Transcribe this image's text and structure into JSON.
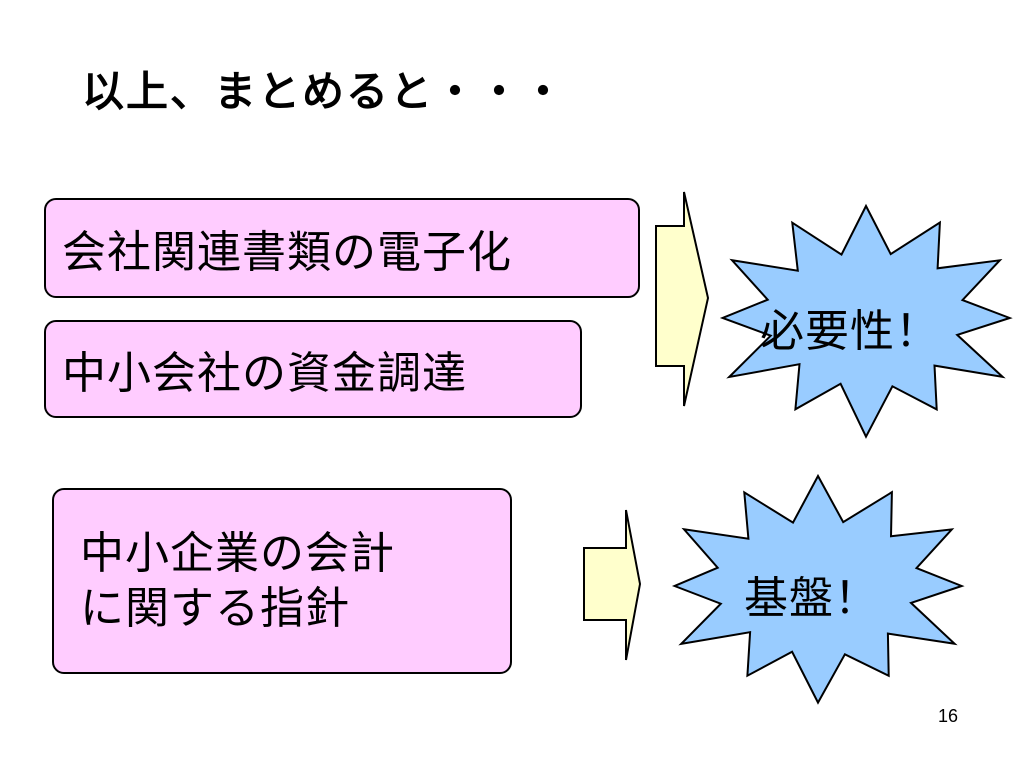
{
  "slide": {
    "title": "以上、まとめると・・・",
    "page_number": "16"
  },
  "boxes": {
    "top_first": "会社関連書類の電子化",
    "top_second": "中小会社の資金調達",
    "bottom_line1": "中小企業の会計",
    "bottom_line2": "に関する指針"
  },
  "bursts": {
    "top": "必要性！",
    "bottom": "基盤！"
  },
  "colors": {
    "box_fill": "#ffccff",
    "arrow_fill": "#ffffcc",
    "burst_fill": "#99ccff",
    "outline": "#000000"
  }
}
